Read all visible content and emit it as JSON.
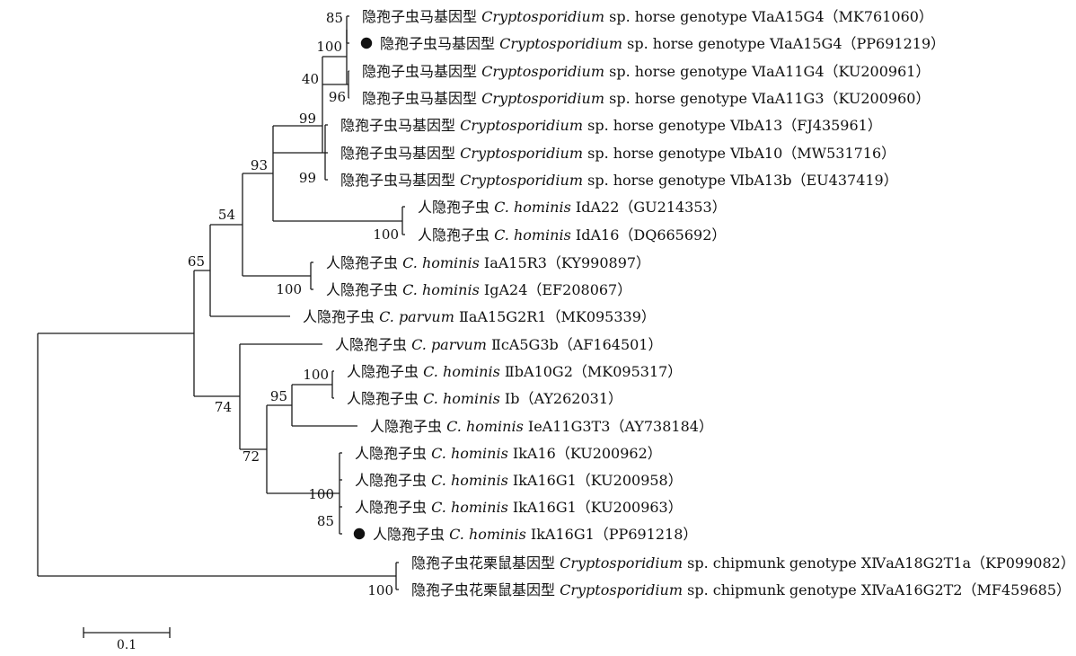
{
  "tree": {
    "leaves": [
      {
        "prefix": "隐孢子虫马基因型",
        "species": "Cryptosporidium",
        "suffix": "sp. horse genotype ⅥaA15G4（MK761060）",
        "marked": false
      },
      {
        "prefix": "隐孢子虫马基因型",
        "species": "Cryptosporidium",
        "suffix": "sp. horse genotype ⅥaA15G4（PP691219）",
        "marked": true
      },
      {
        "prefix": "隐孢子虫马基因型",
        "species": "Cryptosporidium",
        "suffix": "sp. horse genotype ⅥaA11G4（KU200961）",
        "marked": false
      },
      {
        "prefix": "隐孢子虫马基因型",
        "species": "Cryptosporidium",
        "suffix": "sp. horse genotype ⅥaA11G3（KU200960）",
        "marked": false
      },
      {
        "prefix": "隐孢子虫马基因型",
        "species": "Cryptosporidium",
        "suffix": "sp. horse genotype ⅥbA13（FJ435961）",
        "marked": false
      },
      {
        "prefix": "隐孢子虫马基因型",
        "species": "Cryptosporidium",
        "suffix": "sp. horse genotype ⅥbA10（MW531716）",
        "marked": false
      },
      {
        "prefix": "隐孢子虫马基因型",
        "species": "Cryptosporidium",
        "suffix": "sp. horse genotype ⅥbA13b（EU437419）",
        "marked": false
      },
      {
        "prefix": "人隐孢子虫",
        "species": "C. hominis",
        "suffix": "ⅠdA22（GU214353）",
        "marked": false
      },
      {
        "prefix": "人隐孢子虫",
        "species": "C. hominis",
        "suffix": "ⅠdA16（DQ665692）",
        "marked": false
      },
      {
        "prefix": "人隐孢子虫",
        "species": "C. hominis",
        "suffix": "ⅠaA15R3（KY990897）",
        "marked": false
      },
      {
        "prefix": "人隐孢子虫",
        "species": "C. hominis",
        "suffix": "ⅠgA24（EF208067）",
        "marked": false
      },
      {
        "prefix": "人隐孢子虫",
        "species": "C. parvum",
        "suffix": "ⅡaA15G2R1（MK095339）",
        "marked": false
      },
      {
        "prefix": "人隐孢子虫",
        "species": "C. parvum",
        "suffix": "ⅡcA5G3b（AF164501）",
        "marked": false
      },
      {
        "prefix": "人隐孢子虫",
        "species": "C. hominis",
        "suffix": "ⅡbA10G2（MK095317）",
        "marked": false
      },
      {
        "prefix": "人隐孢子虫",
        "species": "C. hominis",
        "suffix": "Ⅰb（AY262031）",
        "marked": false
      },
      {
        "prefix": "人隐孢子虫",
        "species": "C. hominis",
        "suffix": "ⅠeA11G3T3（AY738184）",
        "marked": false
      },
      {
        "prefix": "人隐孢子虫",
        "species": "C. hominis",
        "suffix": "ⅠkA16（KU200962）",
        "marked": false
      },
      {
        "prefix": "人隐孢子虫",
        "species": "C. hominis",
        "suffix": "ⅠkA16G1（KU200958）",
        "marked": false
      },
      {
        "prefix": "人隐孢子虫",
        "species": "C. hominis",
        "suffix": "ⅠkA16G1（KU200963）",
        "marked": false
      },
      {
        "prefix": "人隐孢子虫",
        "species": "C. hominis",
        "suffix": "ⅠkA16G1（PP691218）",
        "marked": true
      },
      {
        "prefix": "隐孢子虫花栗鼠基因型",
        "species": "Cryptosporidium",
        "suffix": "sp. chipmunk genotype ⅩⅣaA18G2T1a（KP099082）",
        "marked": false
      },
      {
        "prefix": "隐孢子虫花栗鼠基因型",
        "species": "Cryptosporidium",
        "suffix": "sp. chipmunk genotype ⅩⅣaA16G2T2（MF459685）",
        "marked": false
      }
    ],
    "bootstrap": [
      "85",
      "100",
      "40",
      "96",
      "99",
      "99",
      "93",
      "54",
      "100",
      "100",
      "65",
      "100",
      "95",
      "74",
      "100",
      "85",
      "72",
      "100"
    ]
  },
  "scale_bar": {
    "label": "0.1"
  }
}
